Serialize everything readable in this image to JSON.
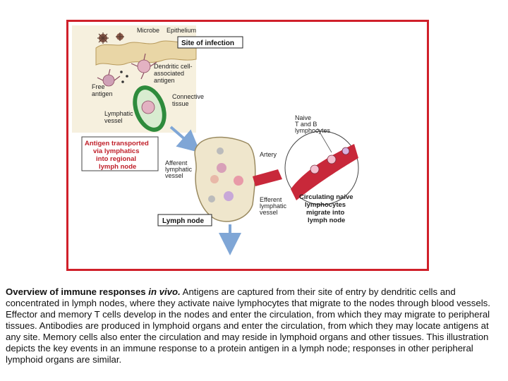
{
  "figure": {
    "labels": {
      "microbe": "Microbe",
      "epithelium": "Epithelium",
      "site_of_infection": "Site of infection",
      "dendritic_1": "Dendritic cell-",
      "dendritic_2": "associated",
      "dendritic_3": "antigen",
      "free_antigen_1": "Free",
      "free_antigen_2": "antigen",
      "connective_1": "Connective",
      "connective_2": "tissue",
      "lymphatic_1": "Lymphatic",
      "lymphatic_2": "vessel",
      "transport_1": "Antigen transported",
      "transport_2": "via lymphatics",
      "transport_3": "into regional",
      "transport_4": "lymph node",
      "naive_1": "Naive",
      "naive_2": "T and B",
      "naive_3": "lymphocytes",
      "artery": "Artery",
      "afferent_1": "Afferent",
      "afferent_2": "lymphatic",
      "afferent_3": "vessel",
      "circulating_1": "Circulating naive",
      "circulating_2": "lymphocytes",
      "circulating_3": "migrate into",
      "circulating_4": "lymph node",
      "efferent_1": "Efferent",
      "efferent_2": "lymphatic",
      "efferent_3": "vessel",
      "lymph_node": "Lymph node"
    },
    "colors": {
      "border": "#d0202a",
      "epithelium": "#e9d6a6",
      "tissue": "#f3ecd4",
      "lymph_node": "#efe6cc",
      "artery": "#c8283a",
      "lymphatic": "#2e8b3c",
      "arrow": "#7fa6d6"
    }
  },
  "caption": {
    "bold_part": "Overview of immune responses ",
    "italic_part": "in vivo.",
    "body": " Antigens are captured from their site of entry by dendritic cells and concentrated in lymph nodes, where they activate naive lymphocytes that migrate to the nodes through blood vessels. Effector and memory T cells develop in the nodes and enter the circulation, from which they may migrate to peripheral tissues. Antibodies are produced in lymphoid organs and enter the circulation, from which they may locate antigens at any site. Memory cells also enter the circulation and may reside in lymphoid organs and other tissues. This illustration depicts the key events in an immune response to a protein antigen in a lymph node; responses in other peripheral lymphoid organs are similar."
  }
}
